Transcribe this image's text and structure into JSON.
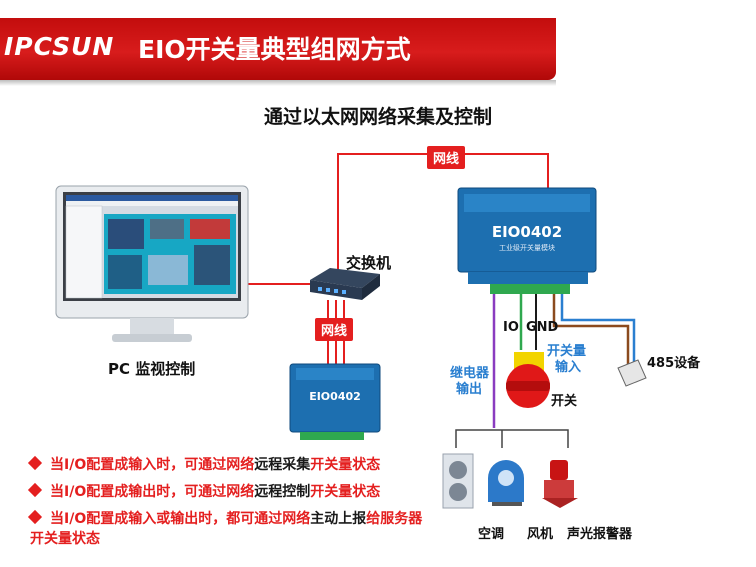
{
  "header": {
    "logo": "IPCSUN",
    "title": "EIO开关量典型组网方式"
  },
  "subtitle": "通过以太网网络采集及控制",
  "labels": {
    "network_cable_top": "网线",
    "network_cable_mid": "网线",
    "switch": "交换机",
    "pc": "PC 监视控制",
    "io": "IO",
    "gnd": "GND",
    "relay_output": [
      "继电器",
      "输出"
    ],
    "switch_input": [
      "开关量",
      "输入"
    ],
    "rs485_device": "485设备",
    "switch_device": "开关",
    "air_conditioner": "空调",
    "fan": "风机",
    "alarm": "声光报警器"
  },
  "device": {
    "model": "EIO0402",
    "subtitle": "工业级开关量模块"
  },
  "bullets": [
    {
      "parts": [
        [
          "当I/O配置成输入时，可通过网络",
          "red"
        ],
        [
          "远程采集",
          "dark"
        ],
        [
          "开关量状态",
          "red"
        ]
      ]
    },
    {
      "parts": [
        [
          "当I/O配置成输出时，可通过网络",
          "red"
        ],
        [
          "远程控制",
          "dark"
        ],
        [
          "开关量状态",
          "red"
        ]
      ]
    },
    {
      "parts": [
        [
          "当I/O配置成输入或输出时，都可通过网络",
          "red"
        ],
        [
          "主动上报",
          "dark"
        ],
        [
          "给服务器",
          "red"
        ]
      ]
    },
    {
      "parts": [
        [
          "开关量状态",
          "red"
        ]
      ]
    }
  ],
  "colors": {
    "accent_red": "#e41f1f",
    "header_red": "#c8100f",
    "device_blue": "#1d6fb0",
    "wire_green": "#2fa84f",
    "wire_purple": "#8a3cc0",
    "wire_blue": "#2a7fd0",
    "wire_brown": "#8b4a1e"
  }
}
